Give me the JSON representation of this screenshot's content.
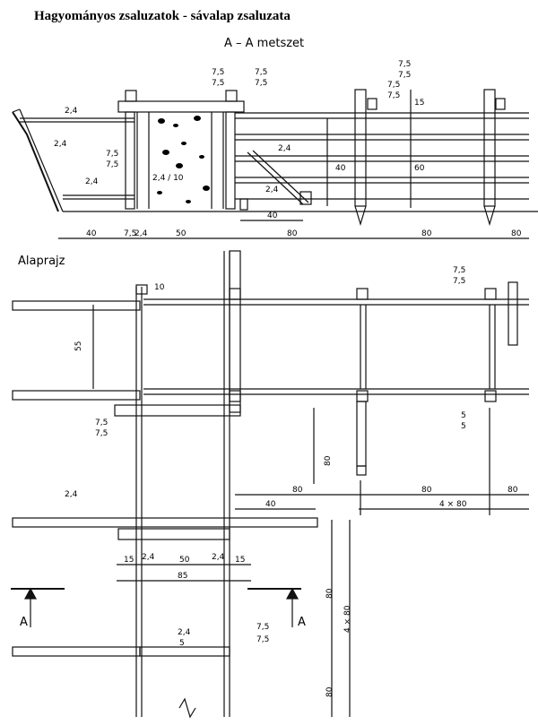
{
  "title": "Hagyományos zsaluzatok - sávalap zsaluzata",
  "section": {
    "heading": "A – A    metszet",
    "labels": {
      "top_post_a": "7,5",
      "top_post_b": "7,5",
      "top_post2_a": "7,5",
      "top_post2_b": "7,5",
      "right_post_a": "7,5",
      "right_post_b": "7,5",
      "right_post2_a": "7,5",
      "right_post2_b": "7,5",
      "board_top": "2,4",
      "board_mid": "2,4",
      "board_bottom": "2,4",
      "side_post_a": "7,5",
      "side_post_b": "7,5",
      "inner": "2,4 / 10",
      "brace": "2,4",
      "brace_low": "2,4",
      "h40": "40",
      "h60": "60",
      "h15": "15",
      "w40_low": "40"
    },
    "dims": [
      "40",
      "7,5",
      "2,4",
      "50",
      "80",
      "80",
      "80"
    ]
  },
  "plan": {
    "heading": "Alaprajz",
    "labels": {
      "d10": "10",
      "d55": "55",
      "post_a": "7,5",
      "post_b": "7,5",
      "rt_a": "7,5",
      "rt_b": "7,5",
      "small_a": "5",
      "small_b": "5",
      "board24": "2,4",
      "d80v": "80",
      "row80a": "80",
      "row80b": "80",
      "row80c": "80",
      "d40": "40",
      "d4x80": "4 × 80",
      "d15a": "15",
      "d24a": "2,4",
      "d50": "50",
      "d24b": "2,4",
      "d15b": "15",
      "d85": "85",
      "cut_left": "A",
      "cut_right": "A",
      "v80a": "80",
      "v4x80": "4 × 80",
      "v80b": "80",
      "bot_a": "2,4",
      "bot_b": "5",
      "bot_r_a": "7,5",
      "bot_r_b": "7,5"
    }
  }
}
